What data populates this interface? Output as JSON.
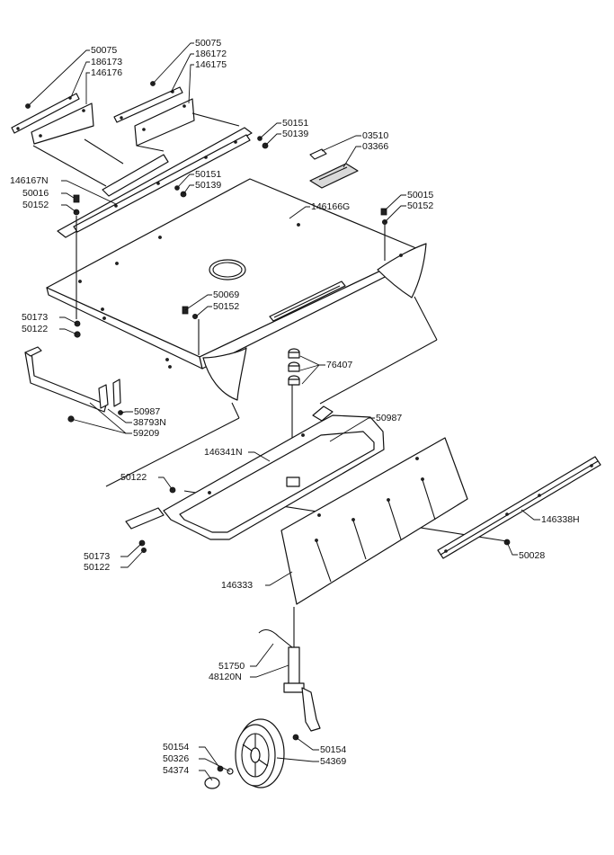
{
  "diagram": {
    "labels": [
      {
        "id": "p50075a",
        "text": "50075"
      },
      {
        "id": "p186173",
        "text": "186173"
      },
      {
        "id": "p146176",
        "text": "146176"
      },
      {
        "id": "p50075b",
        "text": "50075"
      },
      {
        "id": "p186172",
        "text": "186172"
      },
      {
        "id": "p146175",
        "text": "146175"
      },
      {
        "id": "p50151a",
        "text": "50151"
      },
      {
        "id": "p50139a",
        "text": "50139"
      },
      {
        "id": "p03510",
        "text": "03510"
      },
      {
        "id": "p03366",
        "text": "03366"
      },
      {
        "id": "p146167N",
        "text": "146167N"
      },
      {
        "id": "p50151b",
        "text": "50151"
      },
      {
        "id": "p50139b",
        "text": "50139"
      },
      {
        "id": "p50016",
        "text": "50016"
      },
      {
        "id": "p50152a",
        "text": "50152"
      },
      {
        "id": "p146166G",
        "text": "146166G"
      },
      {
        "id": "p50015",
        "text": "50015"
      },
      {
        "id": "p50152b",
        "text": "50152"
      },
      {
        "id": "p50069",
        "text": "50069"
      },
      {
        "id": "p50152c",
        "text": "50152"
      },
      {
        "id": "p50173a",
        "text": "50173"
      },
      {
        "id": "p50122a",
        "text": "50122"
      },
      {
        "id": "p76407",
        "text": "76407"
      },
      {
        "id": "p50987a",
        "text": "50987"
      },
      {
        "id": "p38793N",
        "text": "38793N"
      },
      {
        "id": "p59209",
        "text": "59209"
      },
      {
        "id": "p50987b",
        "text": "50987"
      },
      {
        "id": "p146341N",
        "text": "146341N"
      },
      {
        "id": "p50122b",
        "text": "50122"
      },
      {
        "id": "p146338H",
        "text": "146338H"
      },
      {
        "id": "p50173b",
        "text": "50173"
      },
      {
        "id": "p50122c",
        "text": "50122"
      },
      {
        "id": "p50028",
        "text": "50028"
      },
      {
        "id": "p146333",
        "text": "146333"
      },
      {
        "id": "p51750",
        "text": "51750"
      },
      {
        "id": "p48120N",
        "text": "48120N"
      },
      {
        "id": "p50154a",
        "text": "50154"
      },
      {
        "id": "p50326",
        "text": "50326"
      },
      {
        "id": "p54374",
        "text": "54374"
      },
      {
        "id": "p50154b",
        "text": "50154"
      },
      {
        "id": "p54369",
        "text": "54369"
      }
    ]
  }
}
